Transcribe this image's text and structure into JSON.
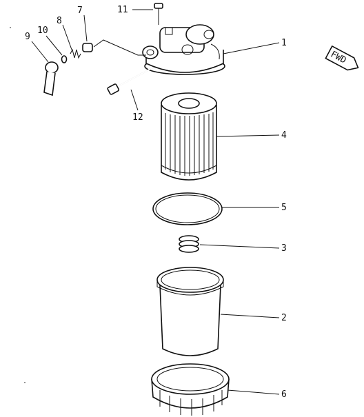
{
  "diagram": {
    "callouts": [
      {
        "id": "1",
        "text": "1"
      },
      {
        "id": "2",
        "text": "2"
      },
      {
        "id": "3",
        "text": "3"
      },
      {
        "id": "4",
        "text": "4"
      },
      {
        "id": "5",
        "text": "5"
      },
      {
        "id": "6",
        "text": "6"
      },
      {
        "id": "7",
        "text": "7"
      },
      {
        "id": "8",
        "text": "8"
      },
      {
        "id": "9",
        "text": "9"
      },
      {
        "id": "10",
        "text": "10"
      },
      {
        "id": "11",
        "text": "11"
      },
      {
        "id": "12",
        "text": "12"
      }
    ],
    "direction_marker": {
      "text": "FWD"
    }
  }
}
